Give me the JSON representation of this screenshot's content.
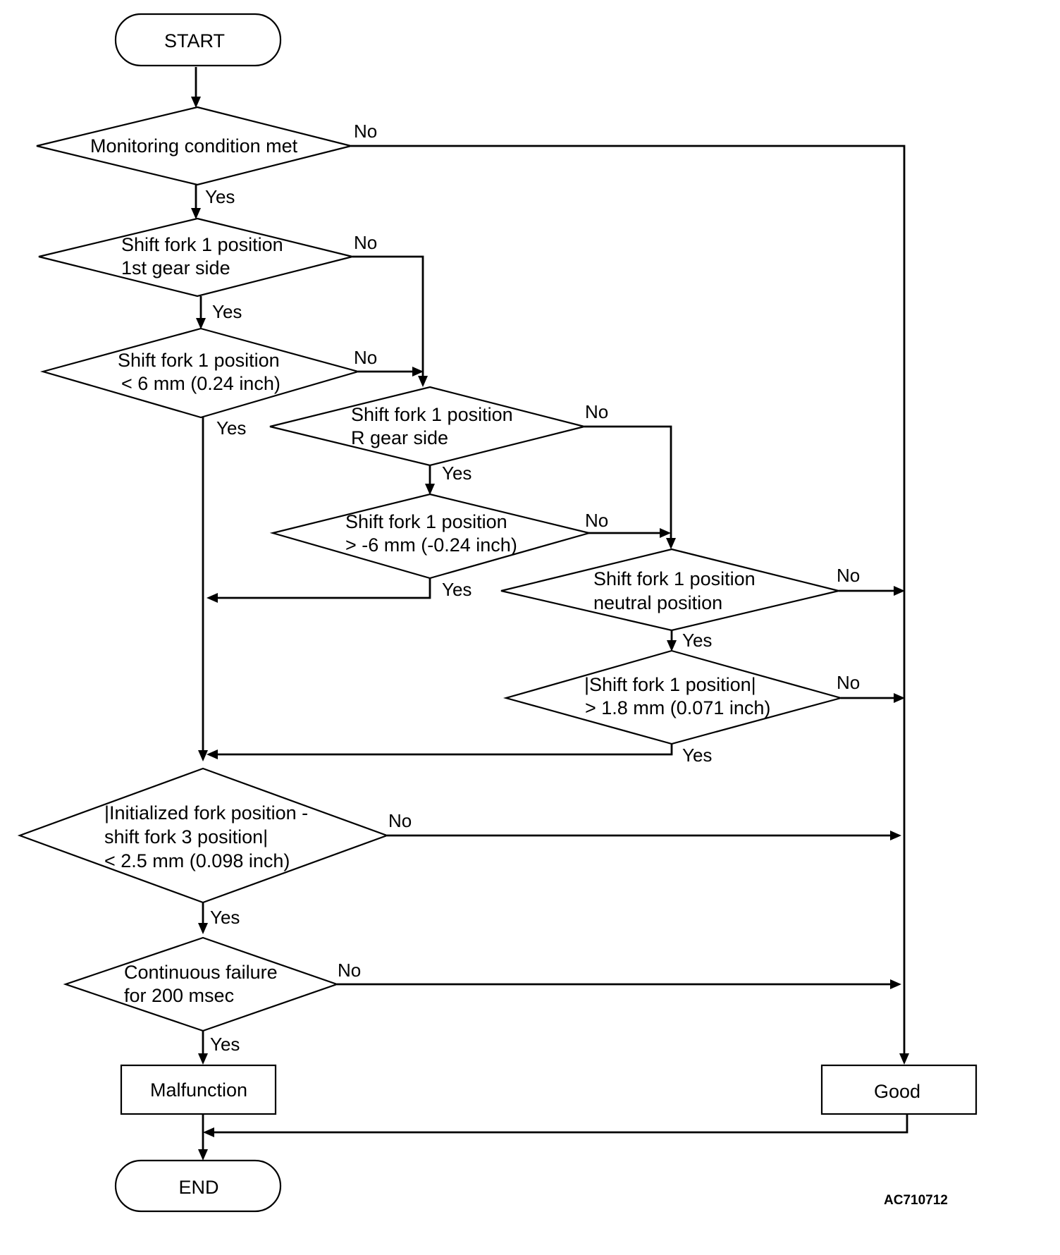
{
  "nodes": {
    "start": "START",
    "monitoring": [
      "Monitoring condition met"
    ],
    "first_gear_side": [
      "Shift fork 1 position",
      "1st gear side"
    ],
    "lt_6mm": [
      "Shift fork 1 position",
      "< 6 mm (0.24 inch)"
    ],
    "r_gear_side": [
      "Shift fork 1 position",
      "R gear side"
    ],
    "gt_minus_6mm": [
      "Shift fork 1 position",
      "> -6 mm (-0.24 inch)"
    ],
    "neutral": [
      "Shift fork 1 position",
      "neutral position"
    ],
    "abs_gt_1_8mm": [
      "|Shift fork 1 position|",
      "> 1.8 mm (0.071 inch)"
    ],
    "initialized_diff": [
      "|Initialized fork position -",
      "shift fork 3 position|",
      "< 2.5 mm (0.098 inch)"
    ],
    "continuous_failure": [
      "Continuous failure",
      "for 200 msec"
    ],
    "malfunction": "Malfunction",
    "good": "Good",
    "end": "END"
  },
  "labels": {
    "yes": "Yes",
    "no": "No"
  },
  "figure_code": "AC710712"
}
